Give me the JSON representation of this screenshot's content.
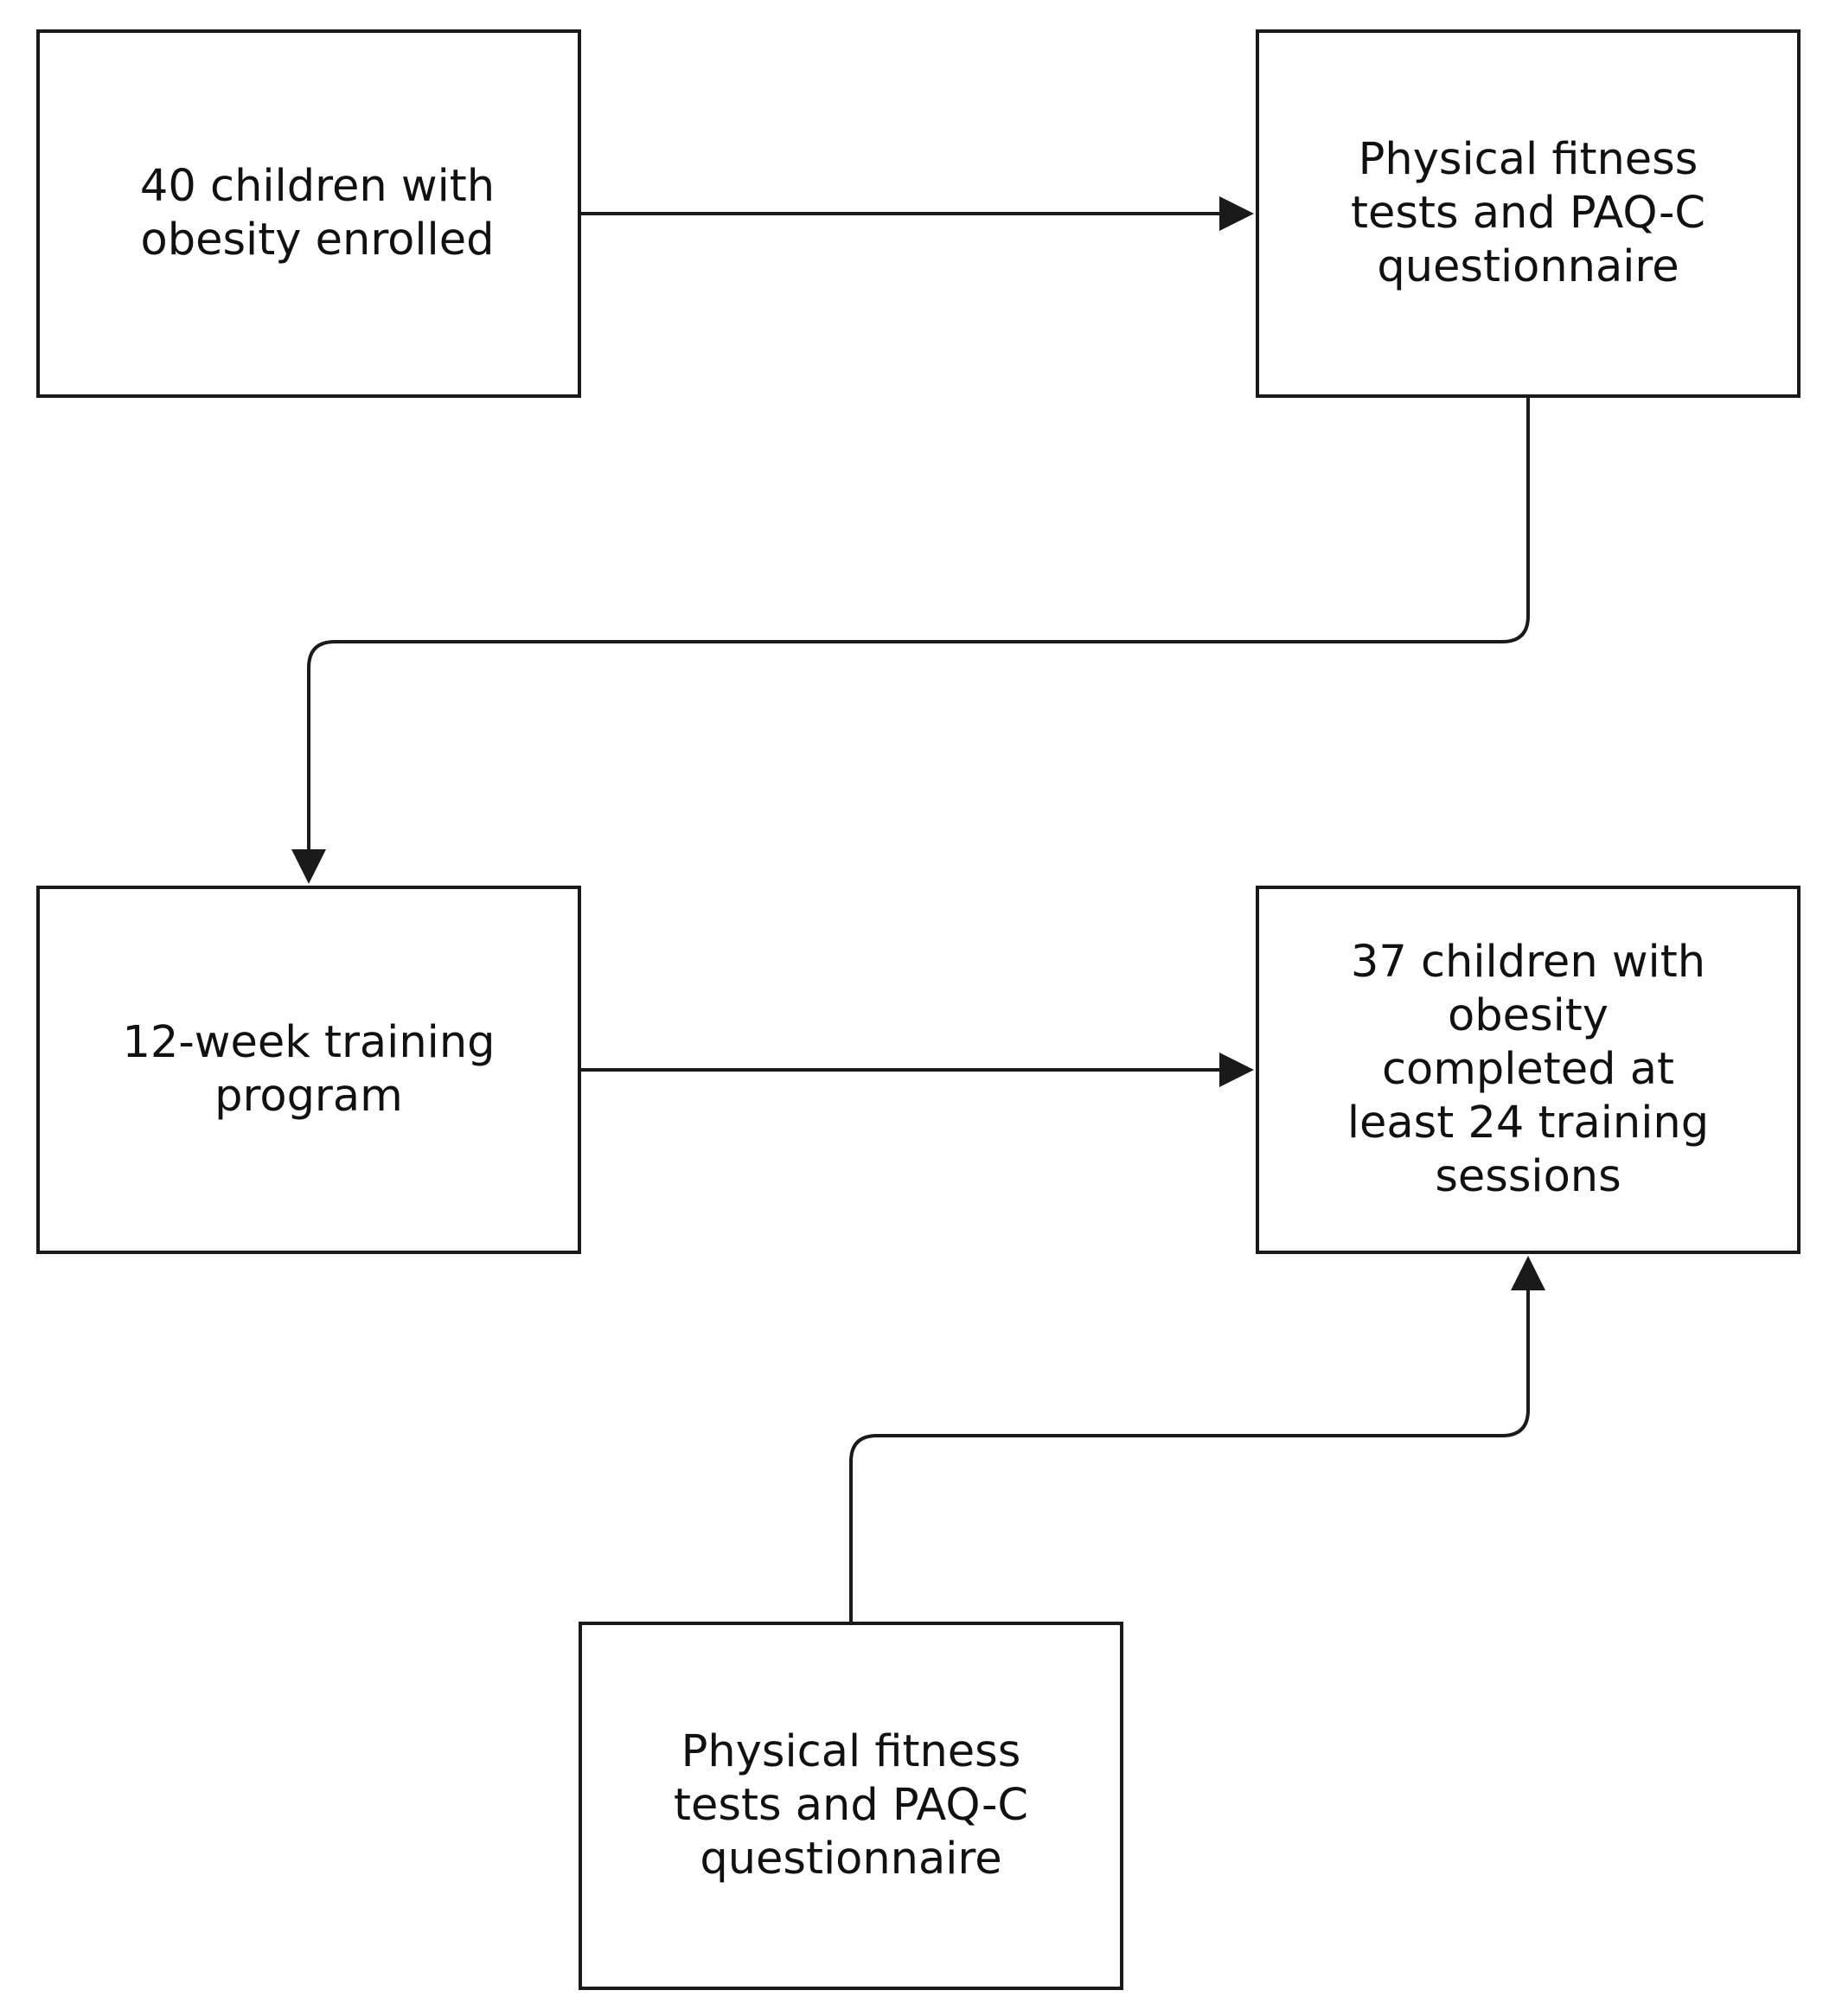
{
  "diagram": {
    "colors": {
      "stroke": "#1a1a1a",
      "text": "#111111",
      "background": "#ffffff"
    },
    "nodes": {
      "enrolled": {
        "label": "40 children with\nobesity enrolled"
      },
      "tests_baseline": {
        "label": "Physical fitness\ntests and PAQ-C\nquestionnaire"
      },
      "training": {
        "label": "12-week training\nprogram"
      },
      "completed": {
        "label": "37 children with\nobesity\ncompleted at\nleast 24 training\nsessions"
      },
      "tests_followup": {
        "label": "Physical fitness\ntests and PAQ-C\nquestionnaire"
      }
    },
    "edges": [
      {
        "from": "enrolled",
        "to": "tests_baseline"
      },
      {
        "from": "tests_baseline",
        "to": "training"
      },
      {
        "from": "training",
        "to": "completed"
      },
      {
        "from": "tests_followup",
        "to": "completed"
      }
    ]
  }
}
